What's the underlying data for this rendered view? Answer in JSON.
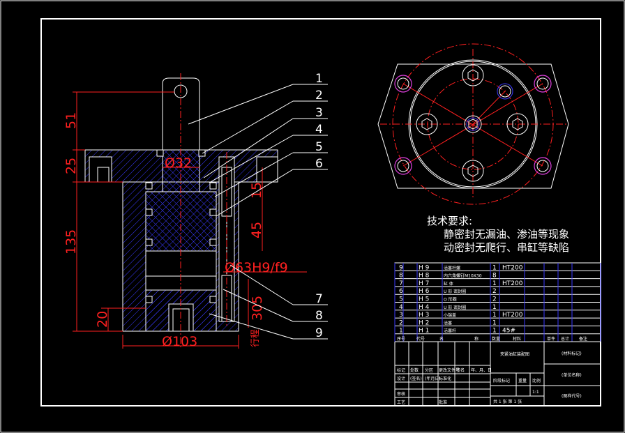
{
  "balloons": [
    "1",
    "2",
    "3",
    "4",
    "5",
    "6",
    "7",
    "8",
    "9"
  ],
  "dimensions": {
    "d51": "51",
    "d25": "25",
    "d135": "135",
    "d20": "20",
    "d32": "Ø32",
    "d103": "Ø103",
    "d45": "45",
    "d63": "Ø63H9/f9",
    "d305": "305",
    "d15": "15",
    "dside": "行程"
  },
  "tech_requirements": {
    "title": "技术要求:",
    "line1": "静密封无漏油、渗油等现象",
    "line2": "动密封无爬行、串缸等缺陷"
  },
  "parts_table": [
    {
      "no": "9",
      "code": "H 9",
      "name": "活塞杆螺",
      "qty": "1",
      "material": "HT200"
    },
    {
      "no": "8",
      "code": "H 8",
      "name": "内六角螺钉M10X30",
      "qty": "8",
      "material": ""
    },
    {
      "no": "7",
      "code": "H 7",
      "name": "缸  体",
      "qty": "1",
      "material": "HT200"
    },
    {
      "no": "6",
      "code": "H 6",
      "name": "U  形  密封圈",
      "qty": "2",
      "material": ""
    },
    {
      "no": "5",
      "code": "H 5",
      "name": "O  形圈",
      "qty": "2",
      "material": ""
    },
    {
      "no": "4",
      "code": "H 4",
      "name": "U  形  密封圈",
      "qty": "1",
      "material": ""
    },
    {
      "no": "3",
      "code": "H 3",
      "name": "小端盖",
      "qty": "1",
      "material": "HT200"
    },
    {
      "no": "2",
      "code": "H 2",
      "name": "活塞",
      "qty": "1",
      "material": ""
    },
    {
      "no": "1",
      "code": "H 1",
      "name": "活塞杆",
      "qty": "1",
      "material": "45#"
    }
  ],
  "title_block": {
    "header": [
      "序号",
      "代号",
      "名",
      "称",
      "数量",
      "材料",
      "单件",
      "总计",
      "备注"
    ],
    "drawing_name": "夹紧油缸装配图",
    "material_mark": "(材料标记)",
    "unit_name": "(单位名称)",
    "drawing_no": "(图样代号)",
    "row_mark": "标记",
    "row_count": "处数",
    "row_zone": "分区",
    "row_change": "更改文件号",
    "row_sign": "签名",
    "row_ymd": "年、月、日",
    "design": "设计",
    "sign_date": "(签名)",
    "year": "(年月日)",
    "standard": "标准化",
    "review": "审核",
    "process": "工艺",
    "approve": "批准",
    "stage": "阶段标记",
    "weight": "重量",
    "ratio": "比例",
    "ratio_val": "1:1",
    "sheets": "共  1  张  第  1  张"
  }
}
